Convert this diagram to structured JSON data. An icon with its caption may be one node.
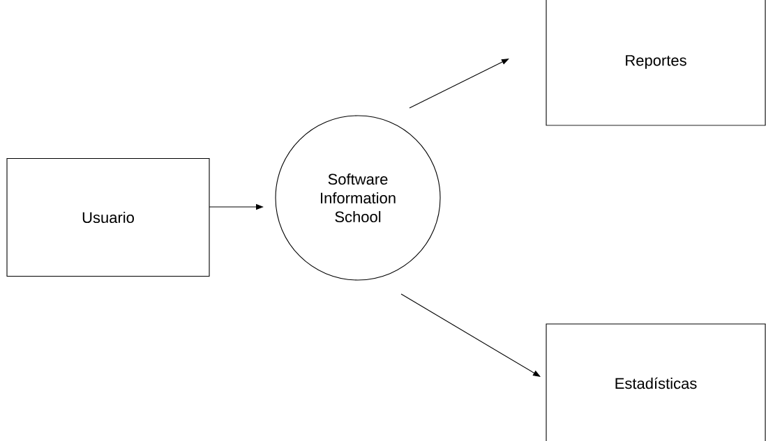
{
  "diagram": {
    "nodes": [
      {
        "text": [
          "Usuario"
        ]
      },
      {
        "text": [
          "Software Information School"
        ]
      },
      {
        "text": [
          "Reportes"
        ]
      },
      {
        "text": [
          "Estadísticas"
        ]
      }
    ],
    "edges": [
      {
        "from": 0,
        "to": 1,
        "arrow": "to"
      },
      {
        "from": 1,
        "to": 2,
        "arrow": "to"
      },
      {
        "from": 1,
        "to": 3,
        "arrow": "to"
      }
    ]
  }
}
